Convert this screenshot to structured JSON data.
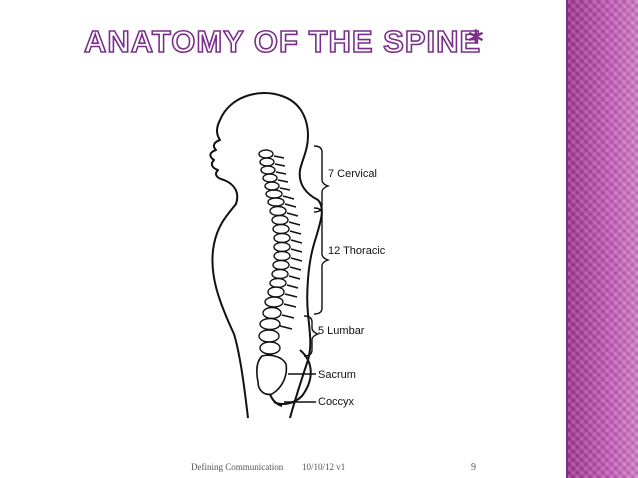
{
  "slide": {
    "title": "Anatomy of the Spine",
    "star": "*",
    "accent_color": "#7a2e8a",
    "sidebar_color": "#b03fa4"
  },
  "figure": {
    "icon": "spine-anatomy-illustration",
    "labels": {
      "cervical": "7 Cervical",
      "thoracic": "12 Thoracic",
      "lumbar": "5 Lumbar",
      "sacrum": "Sacrum",
      "coccyx": "Coccyx"
    }
  },
  "footer": {
    "left": "Defining Communication",
    "center": "10/10/12 v1",
    "page": "9"
  }
}
